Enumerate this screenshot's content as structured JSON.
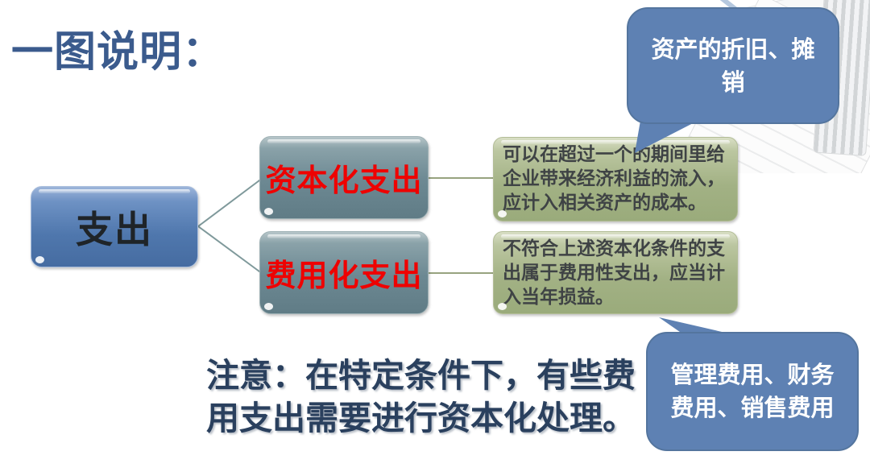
{
  "slide": {
    "title": "一图说明：",
    "root": {
      "label": "支出"
    },
    "branches": [
      {
        "label": "资本化支出",
        "description": "可以在超过一个的期间里给企业带来经济利益的流入，应计入相关资产的成本。",
        "callout": "资产的折旧、摊销"
      },
      {
        "label": "费用化支出",
        "description": "不符合上述资本化条件的支出属于费用性支出，应当计入当年损益。",
        "callout": "管理费用、财务费用、销售费用"
      }
    ],
    "note": "注意：在特定条件下，有些费用支出需要进行资本化处理。",
    "colors": {
      "title_text": "#3b5b8d",
      "root_box": "#5e82b6",
      "category_box": "#6c8892",
      "category_text": "#ee0202",
      "description_box": "#a2b184",
      "description_text": "#3f4345",
      "callout_bubble": "#5e81b3",
      "callout_text": "#ffffff",
      "note_text": "#2a405e",
      "connector_diagonal": "#7f999b",
      "connector_horizontal": "#97a37f"
    }
  }
}
